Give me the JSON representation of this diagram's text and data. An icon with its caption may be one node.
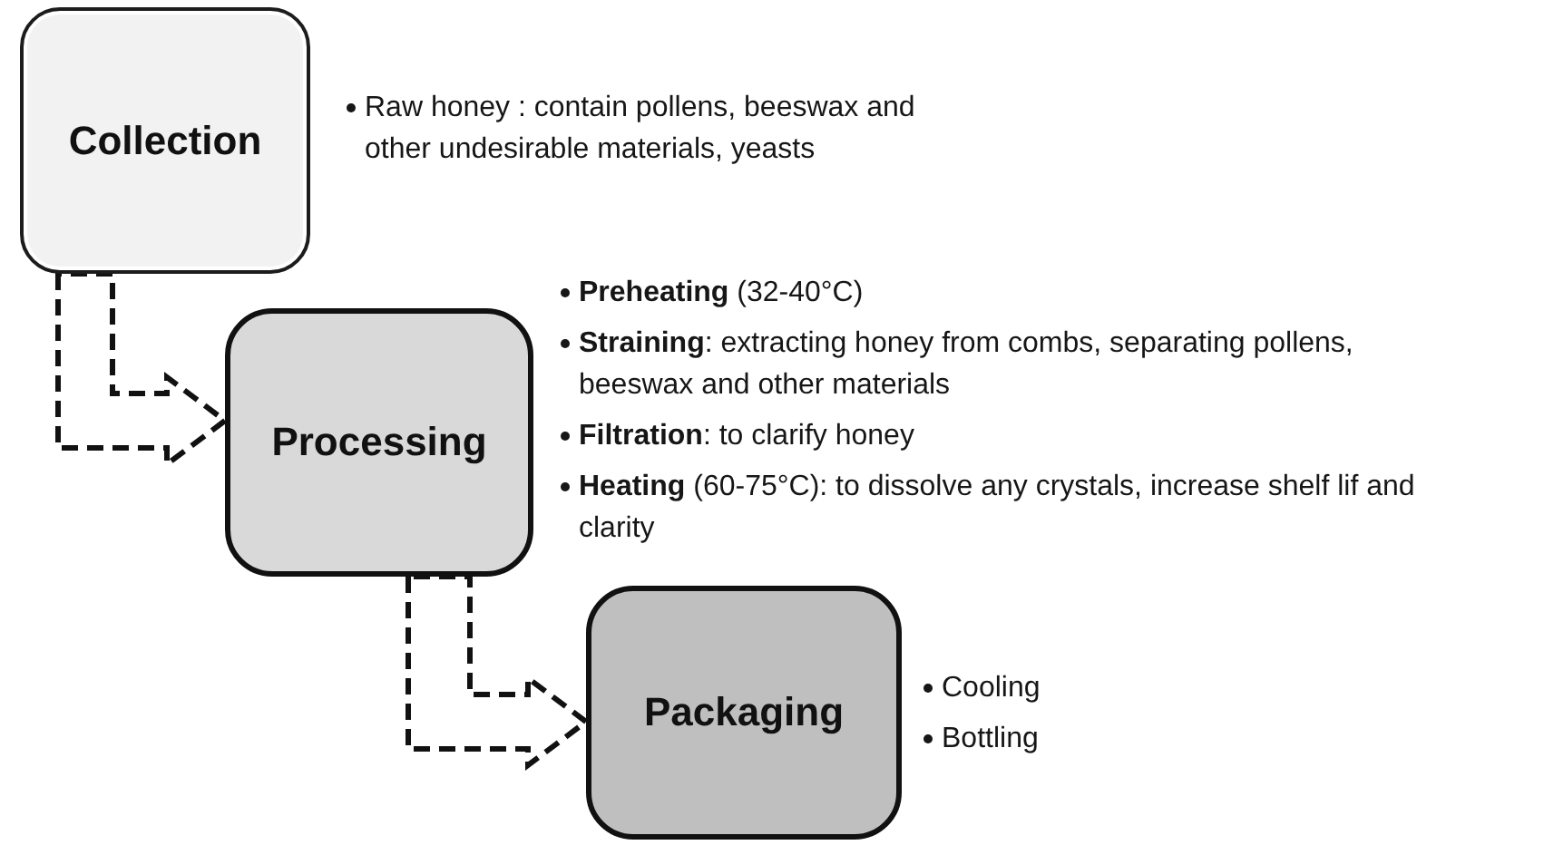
{
  "diagram": {
    "nodes": [
      {
        "text": [
          "Collection"
        ],
        "beside": [
          "Raw honey : contain pollens, beeswax and other undesirable materials, yeasts"
        ]
      },
      {
        "text": [
          "Processing"
        ],
        "beside": [
          "**Preheating** (32-40°C)",
          "**Straining**: extracting honey from combs, separating pollens, beeswax and other materials",
          "**Filtration**: to clarify honey",
          "**Heating** (60-75°C): to dissolve any crystals, increase shelf lif and clarity"
        ]
      },
      {
        "text": [
          "Packaging"
        ],
        "beside": [
          "Cooling",
          "Bottling"
        ]
      }
    ],
    "edges": [
      {
        "from": 0,
        "to": 1,
        "arrow": "to",
        "style": "dashed"
      },
      {
        "from": 1,
        "to": 2,
        "arrow": "to",
        "style": "dashed"
      }
    ]
  }
}
